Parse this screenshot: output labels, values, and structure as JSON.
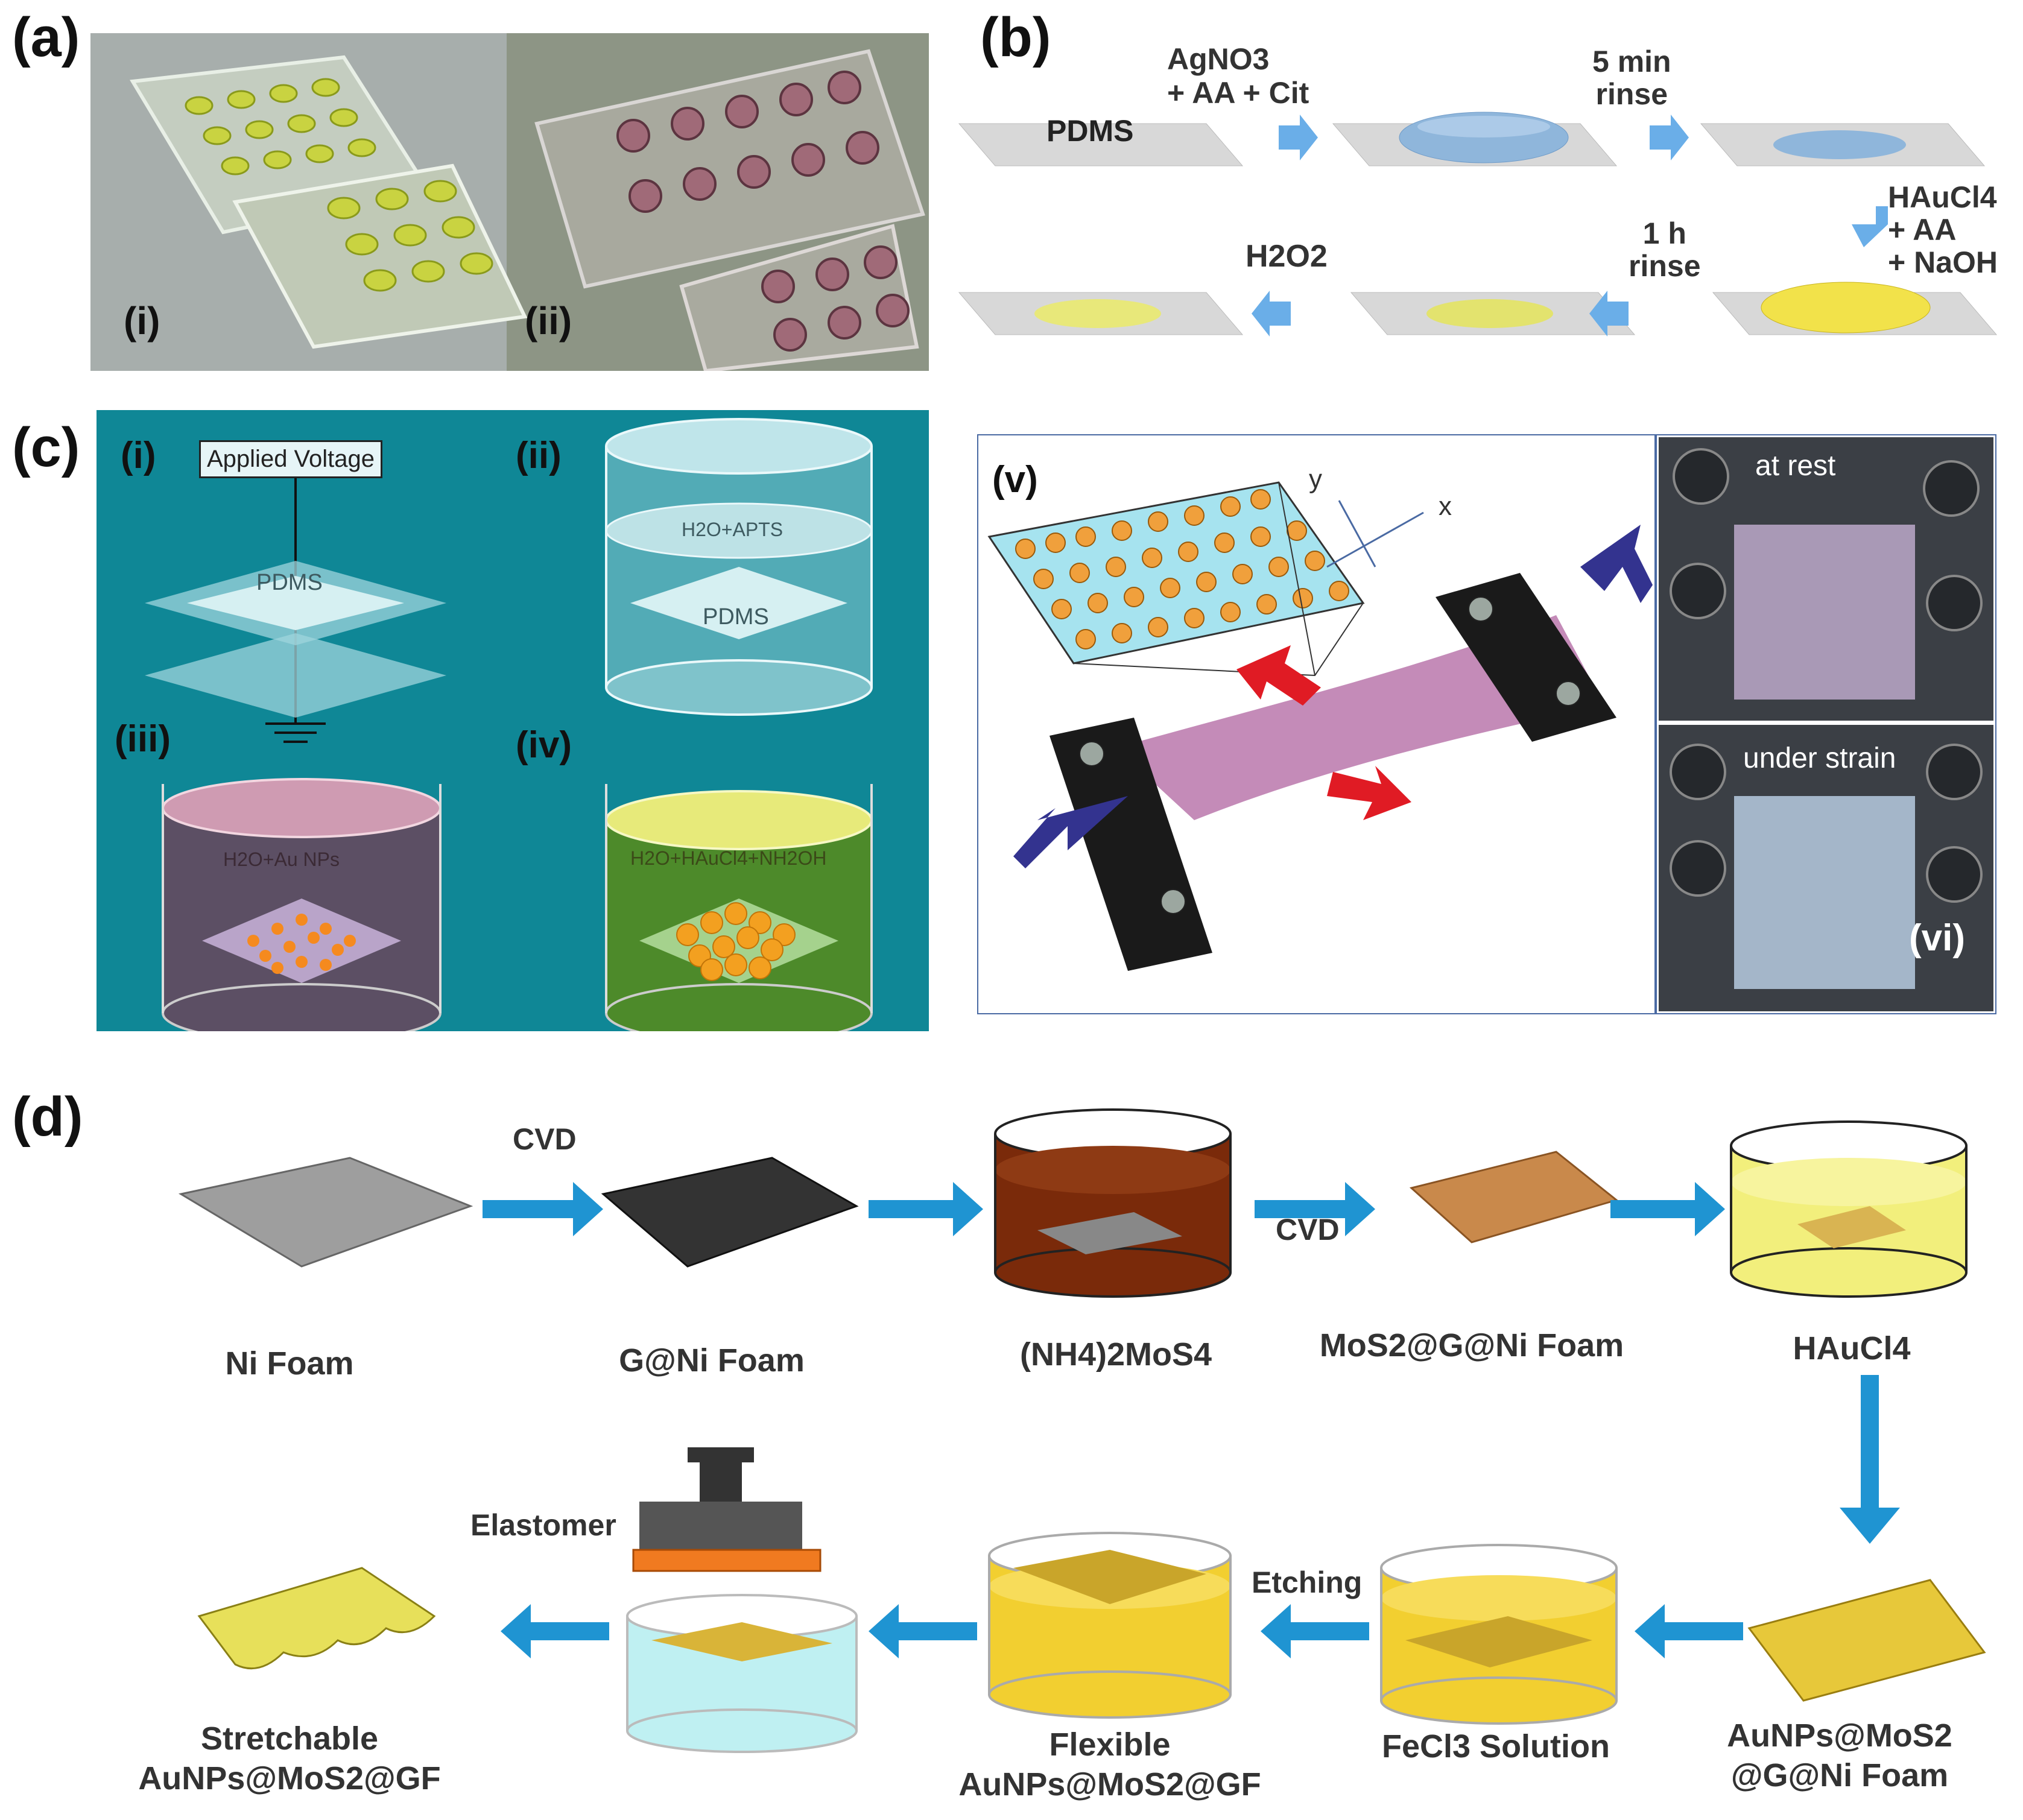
{
  "panel_a": {
    "label": "(a)",
    "sub_i": "(i)",
    "sub_ii": "(ii)"
  },
  "panel_b": {
    "label": "(b)",
    "pdms": "PDMS",
    "step1": [
      "AgNO3",
      "+ AA + Cit"
    ],
    "step2": [
      "5 min",
      "rinse"
    ],
    "step3": [
      "HAuCl4",
      "+ AA",
      "+ NaOH"
    ],
    "step4": [
      "1 h",
      "rinse"
    ],
    "step5": "H2O2"
  },
  "panel_c": {
    "label": "(c)",
    "sub_i": "(i)",
    "sub_ii": "(ii)",
    "sub_iii": "(iii)",
    "sub_iv": "(iv)",
    "sub_v": "(v)",
    "sub_vi": "(vi)",
    "applied_voltage": "Applied Voltage",
    "pdms": "PDMS",
    "sol_ii": "H2O+APTS",
    "sol_iii": "H2O+Au NPs",
    "sol_iv": "H2O+HAuCl4+NH2OH",
    "axis_x": "x",
    "axis_y": "y",
    "at_rest": "at rest",
    "under_strain": "under strain"
  },
  "panel_d": {
    "label": "(d)",
    "cvd1": "CVD",
    "cvd2": "CVD",
    "etching": "Etching",
    "elastomer": "Elastomer",
    "ni_foam": "Ni Foam",
    "g_ni_foam": "G@Ni Foam",
    "nh4_mos4": "(NH4)2MoS4",
    "mos2_g_ni": "MoS2@G@Ni Foam",
    "haucl4": "HAuCl4",
    "aunps_line1": "AuNPs@MoS2",
    "aunps_line2": "@G@Ni Foam",
    "fecl3": "FeCl3 Solution",
    "flexible_line1": "Flexible",
    "flexible_line2": "AuNPs@MoS2@GF",
    "stretch_line1": "Stretchable",
    "stretch_line2": "AuNPs@MoS2@GF"
  },
  "colors": {
    "arrow_blue": "#1f94d2",
    "teal_bg": "#0f8796",
    "gold": "#e7c83a",
    "rust": "#7a2a0a"
  }
}
